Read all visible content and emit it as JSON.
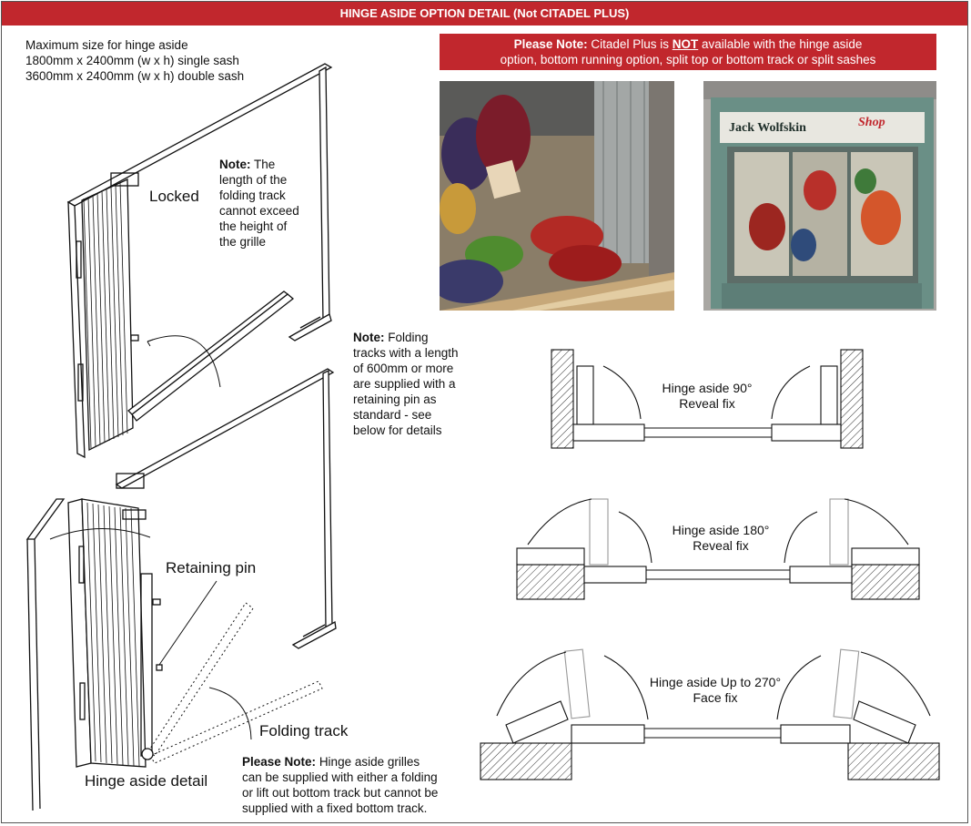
{
  "header": {
    "title": "HINGE ASIDE OPTION DETAIL (Not CITADEL PLUS)"
  },
  "sizes": [
    "Maximum size for hinge aside",
    "1800mm x 2400mm (w x h) single sash",
    "3600mm x 2400mm (w x h) double sash"
  ],
  "please_note_banner": {
    "lead": "Please Note:",
    "pre": "Citadel Plus is",
    "emph": "NOT",
    "post": "available with the hinge aside",
    "line2": "option, bottom running option, split top or bottom track or split sashes"
  },
  "note_track": {
    "lead": "Note:",
    "lines": [
      "The",
      "length of the",
      "folding track",
      "cannot exceed",
      "the height of",
      "the grille"
    ]
  },
  "note_pin": {
    "lead": "Note:",
    "lines": [
      "Folding",
      "tracks with a length",
      "of 600mm or more",
      "are supplied with a",
      "retaining pin as",
      "standard - see",
      "below for details"
    ]
  },
  "labels": {
    "locked": "Locked",
    "retaining_pin": "Retaining pin",
    "folding_track": "Folding track",
    "hinge_aside_detail": "Hinge aside detail"
  },
  "note_bottom": {
    "lead": "Please Note:",
    "lines": [
      "Hinge aside grilles",
      "can be supplied with either a folding",
      "or lift out bottom track but cannot be",
      "supplied with a fixed bottom track."
    ]
  },
  "photo_shop": {
    "sign": "Jack Wolfskin",
    "sign2": "Shop"
  },
  "diagrams": [
    {
      "line1": "Hinge aside 90°",
      "line2": "Reveal fix"
    },
    {
      "line1": "Hinge aside 180°",
      "line2": "Reveal fix"
    },
    {
      "line1": "Hinge aside Up to 270°",
      "line2": "Face fix"
    }
  ],
  "colors": {
    "accent": "#c1272d"
  }
}
